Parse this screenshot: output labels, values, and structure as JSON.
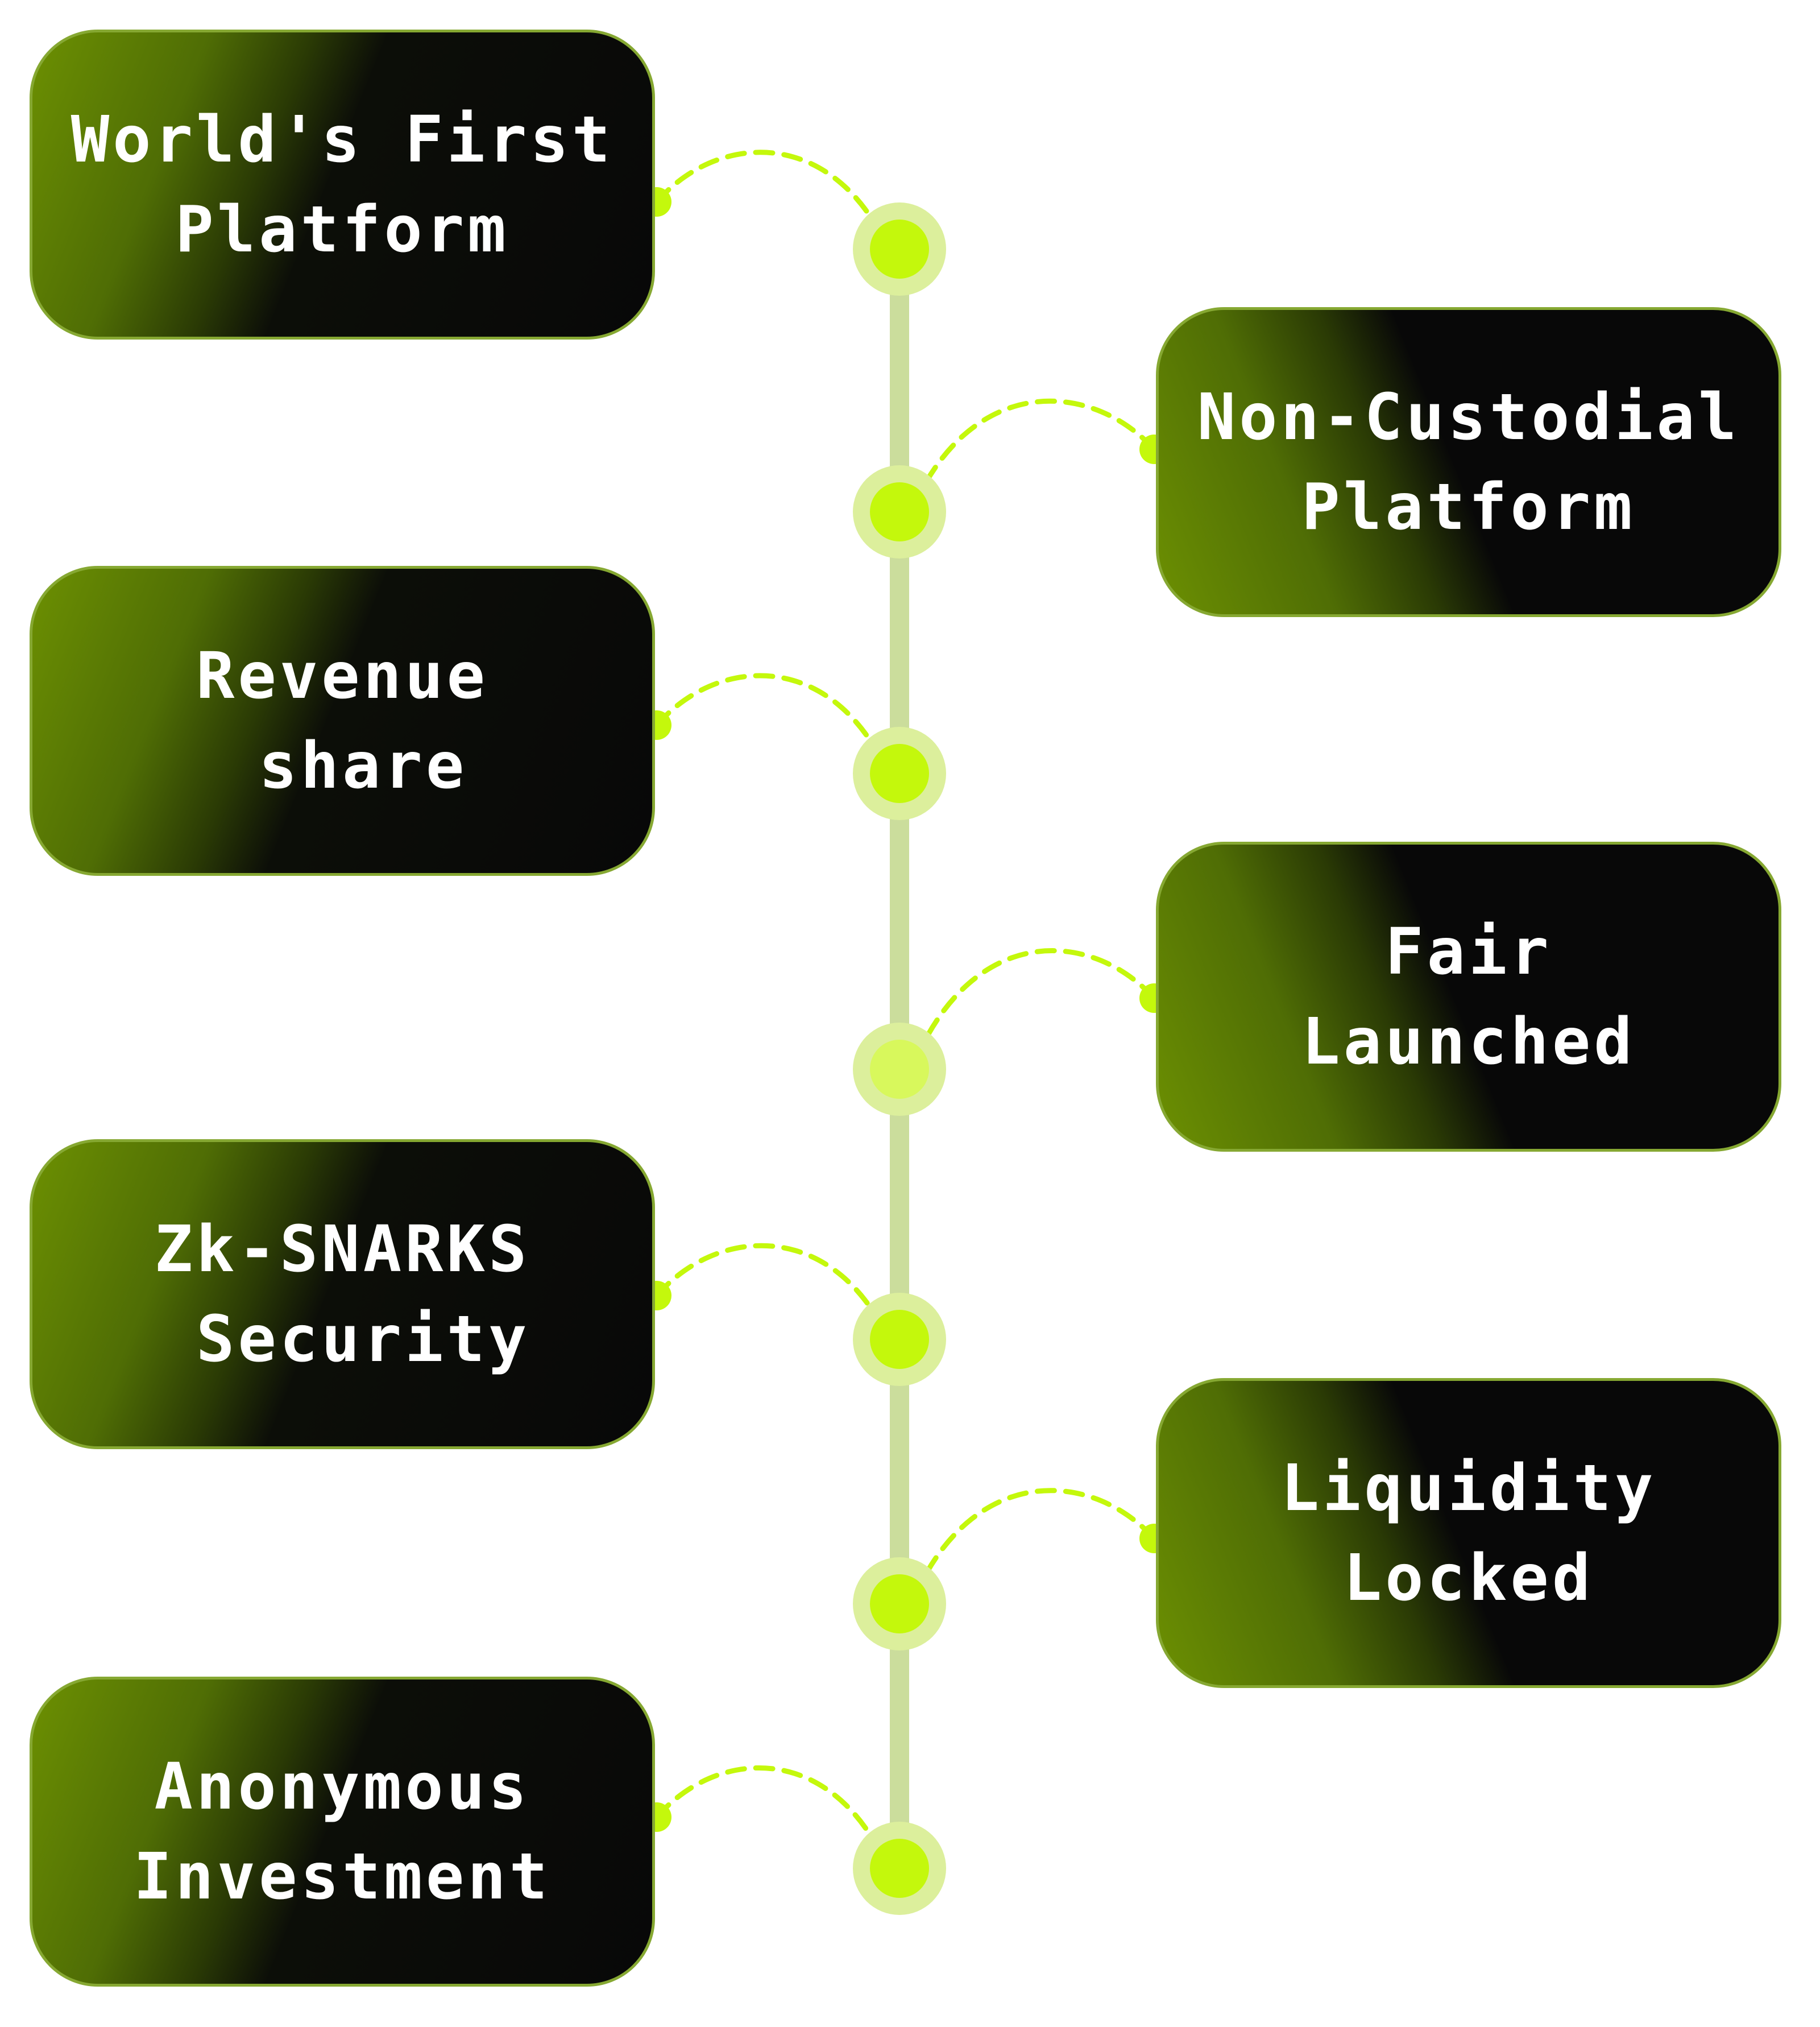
{
  "colors": {
    "accent": "#c4f80c",
    "accent_halo": "#dcef9c",
    "timeline_line": "#cbdd9c",
    "card_dark": "#080808",
    "card_green": "#6c9002",
    "card_border": "#86a832",
    "text": "#ffffff"
  },
  "items": [
    {
      "text": "World's First\nPlatform",
      "side": "left"
    },
    {
      "text": "Non-Custodial\nPlatform",
      "side": "right"
    },
    {
      "text": "Revenue\n share",
      "side": "left"
    },
    {
      "text": "Fair\nLaunched",
      "side": "right"
    },
    {
      "text": "Zk-SNARKS\n Security",
      "side": "left"
    },
    {
      "text": "Liquidity\nLocked",
      "side": "right"
    },
    {
      "text": "Anonymous\nInvestment",
      "side": "left"
    }
  ]
}
